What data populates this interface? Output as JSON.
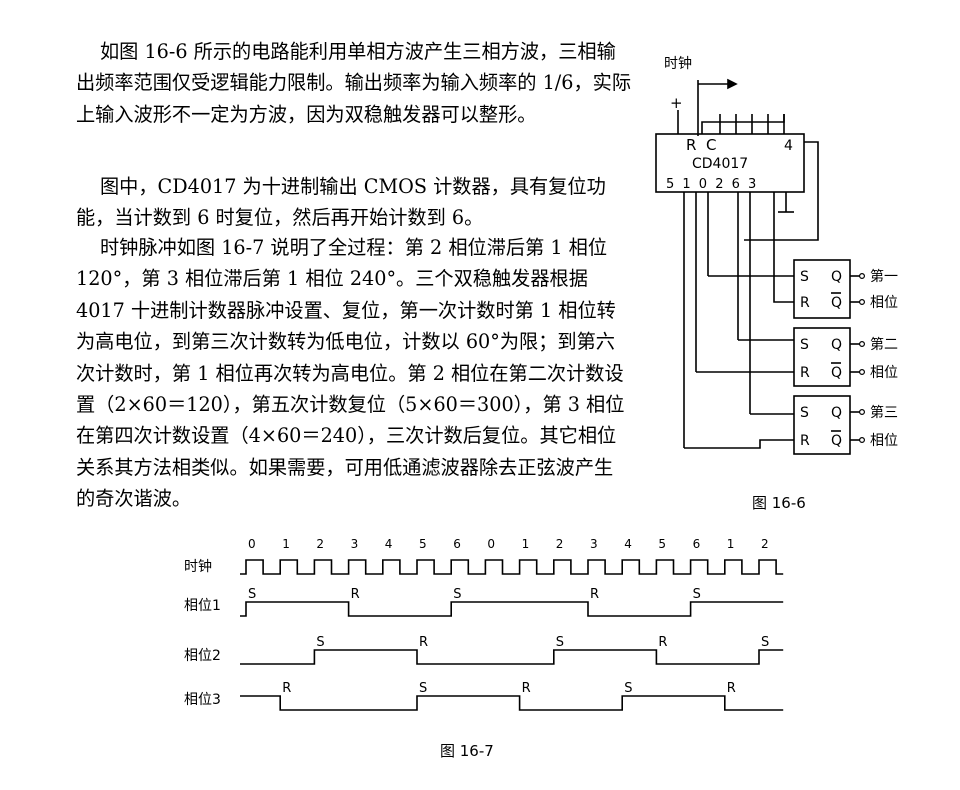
{
  "text": {
    "p1": "如图 16-6 所示的电路能利用单相方波产生三相方波，三相输出频率范围仅受逻辑能力限制。输出频率为输入频率的 1/6，实际上输入波形不一定为方波，因为双稳触发器可以整形。",
    "p2": "图中，CD4017 为十进制输出 CMOS 计数器，具有复位功能，当计数到 6 时复位，然后再开始计数到 6。",
    "p3": "时钟脉冲如图 16-7 说明了全过程：第 2 相位滞后第 1 相位 120°，第 3 相位滞后第 1 相位 240°。三个双稳触发器根据 4017 十进制计数器脉冲设置、复位，第一次计数时第 1 相位转为高电位，到第三次计数转为低电位，计数以 60°为限；到第六次计数时，第 1 相位再次转为高电位。第 2 相位在第二次计数设置（2×60＝120），第五次计数复位（5×60＝300），第 3 相位在第四次计数设置（4×60＝240），三次计数后复位。其它相位关系其方法相类似。如果需要，可用低通滤波器除去正弦波产生的奇次谐波。"
  },
  "circuit": {
    "caption": "图 16-6",
    "clock_label": "时钟",
    "plus_label": "+",
    "chip_name": "CD4017",
    "pin_R": "R",
    "pin_C": "C",
    "pin_4": "4",
    "bottom_pins": "5 1 0 2 6 3",
    "ff_S": "S",
    "ff_R": "R",
    "ff_Q": "Q",
    "outputs": [
      {
        "line1": "第一",
        "line2": "相位"
      },
      {
        "line1": "第二",
        "line2": "相位"
      },
      {
        "line1": "第三",
        "line2": "相位"
      }
    ]
  },
  "timing": {
    "caption": "图 16-7",
    "clock_label": "时钟",
    "counts": [
      "0",
      "1",
      "2",
      "3",
      "4",
      "5",
      "6",
      "0",
      "1",
      "2",
      "3",
      "4",
      "5",
      "6",
      "1",
      "2"
    ],
    "rows": [
      {
        "label": "相位1",
        "marks": [
          "S",
          "R",
          "S",
          "R",
          "S"
        ]
      },
      {
        "label": "相位2",
        "marks": [
          "S",
          "R",
          "S",
          "R",
          "S"
        ]
      },
      {
        "label": "相位3",
        "marks": [
          "R",
          "S",
          "R",
          "S",
          "R"
        ]
      }
    ]
  }
}
